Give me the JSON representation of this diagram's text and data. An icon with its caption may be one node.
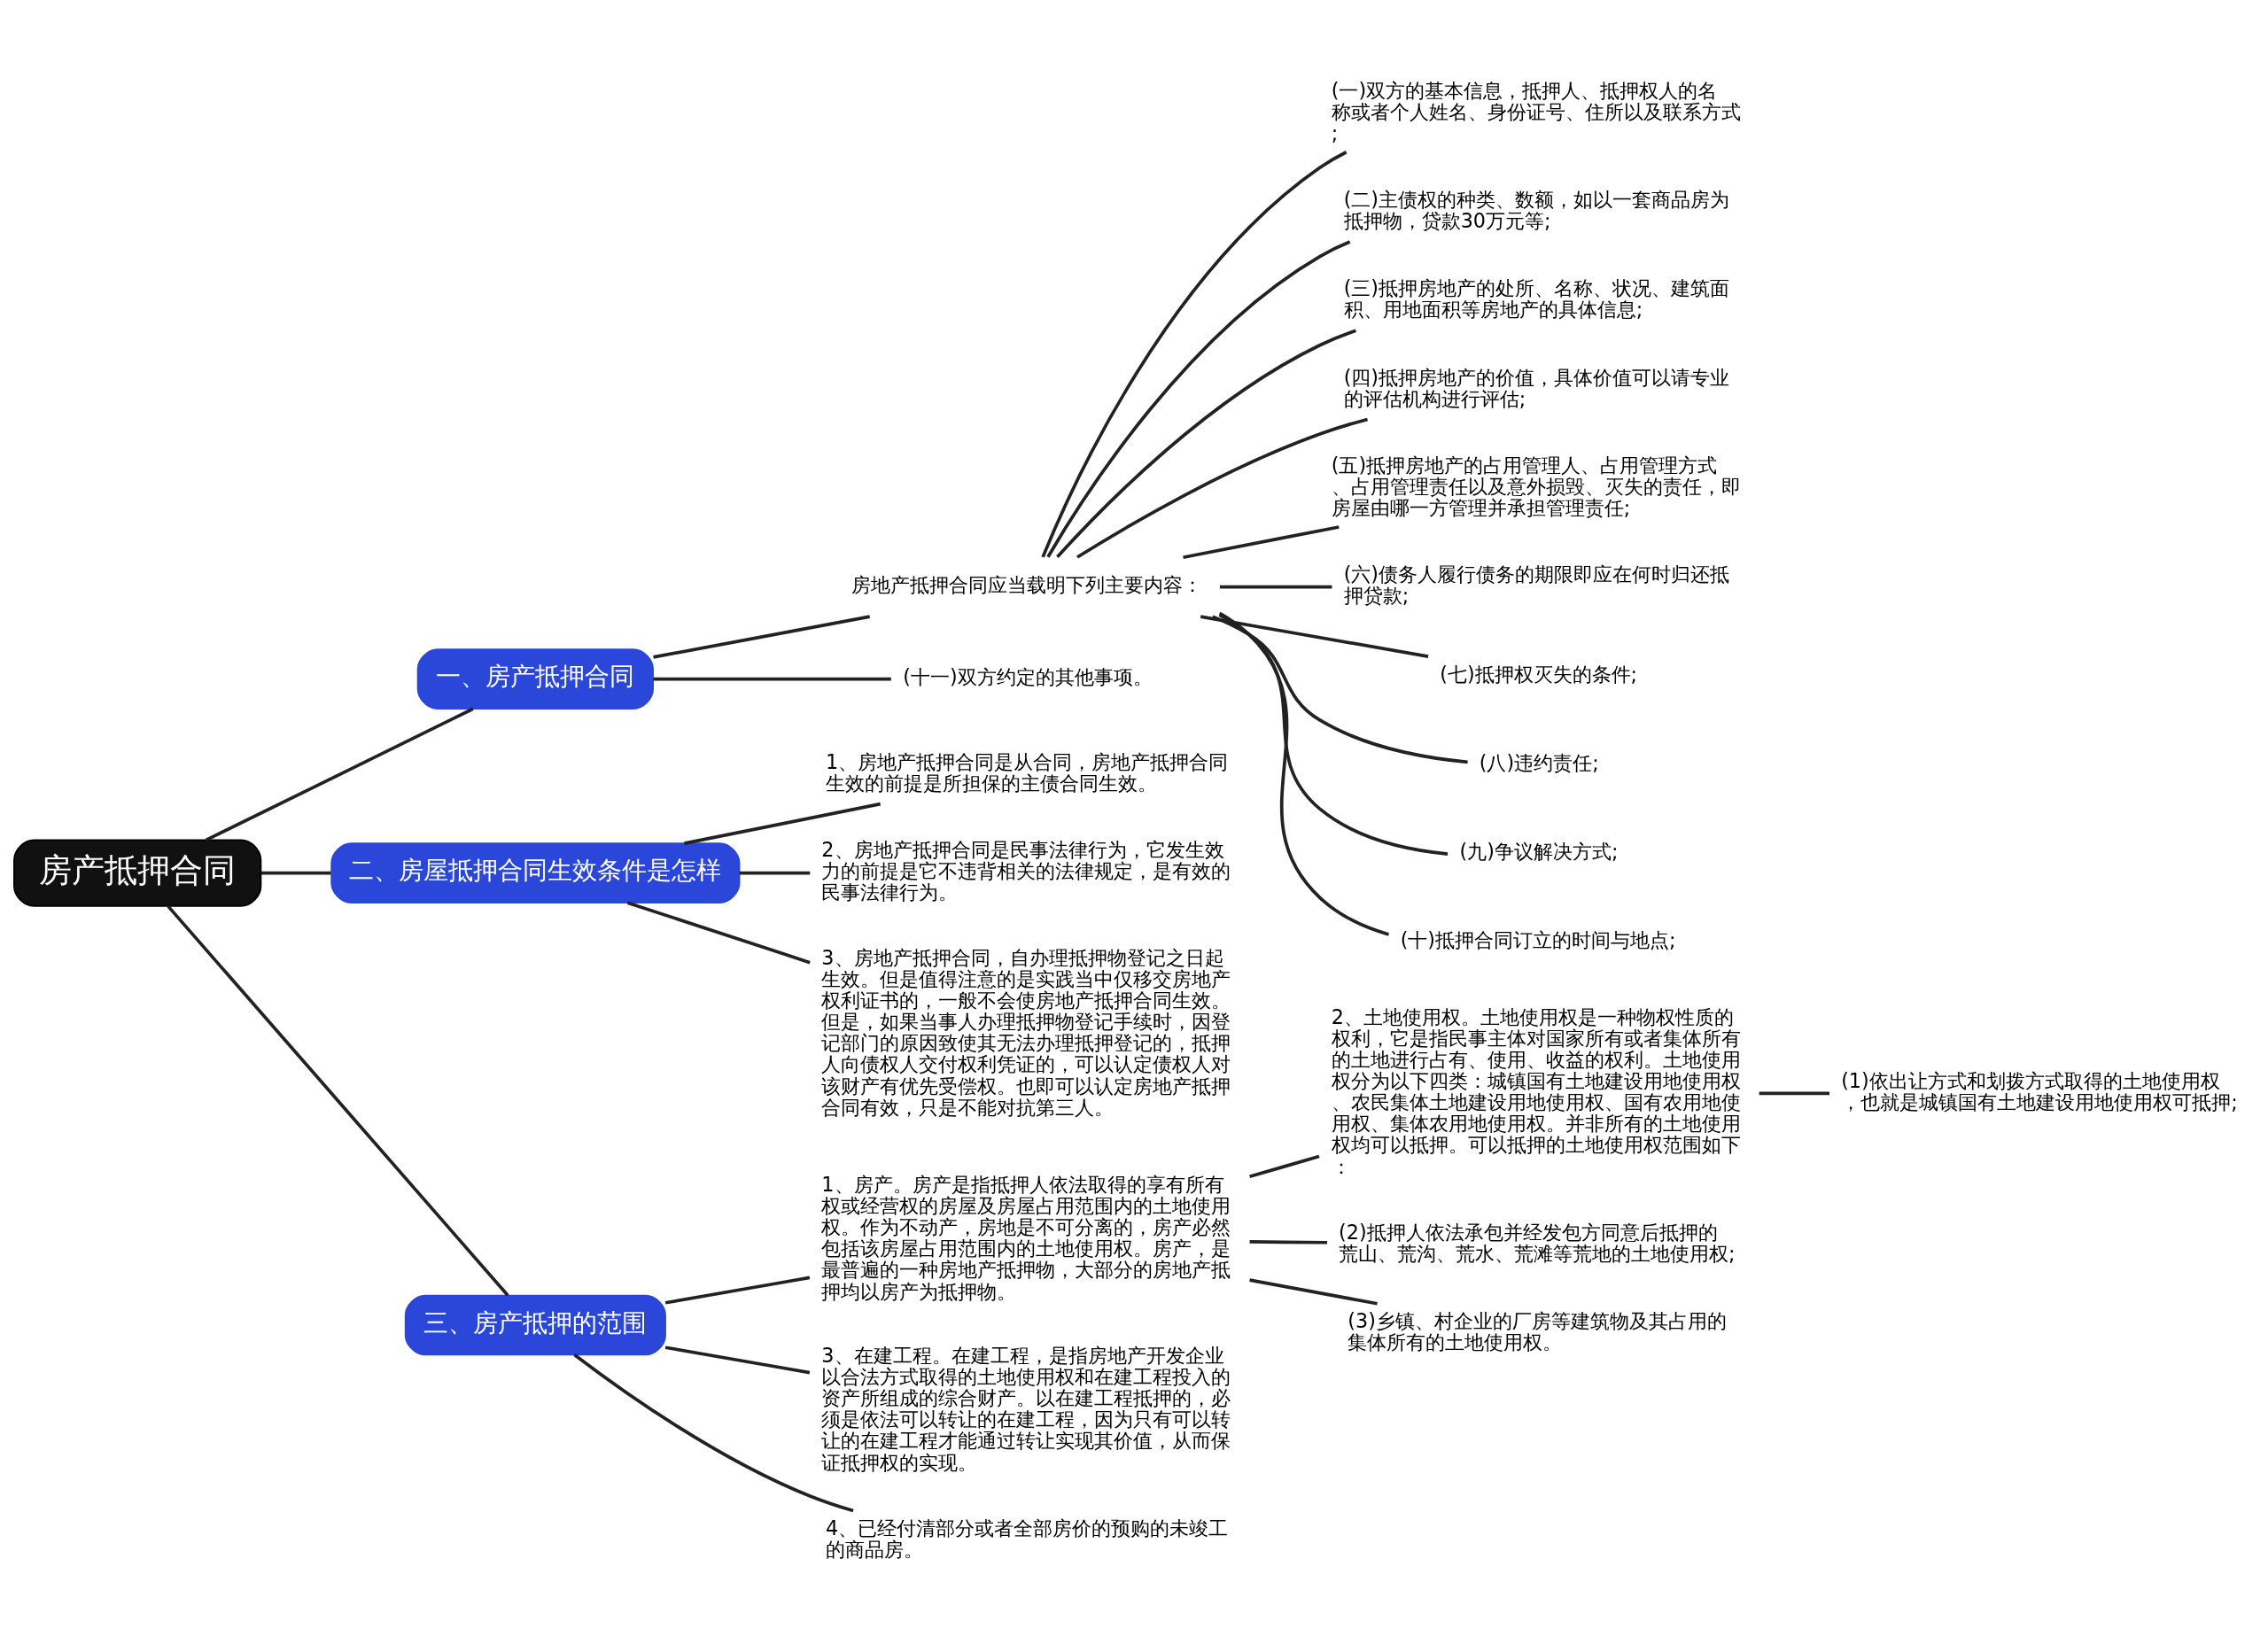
{
  "diagram": {
    "nodes": [
      {
        "text": [
          "房产抵押合同"
        ]
      },
      {
        "text": [
          "一、房产抵押合同"
        ]
      },
      {
        "text": [
          "房地产抵押合同应当载明下列主要内容："
        ]
      },
      {
        "text": [
          "(一)双方的基本信息，抵押人、抵押权人的名称或者个人姓名、身份证号、住所以及联系方式;"
        ]
      },
      {
        "text": [
          "(二)主债权的种类、数额，如以一套商品房为抵押物，贷款30万元等;"
        ]
      },
      {
        "text": [
          "(三)抵押房地产的处所、名称、状况、建筑面积、用地面积等房地产的具体信息;"
        ]
      },
      {
        "text": [
          "(四)抵押房地产的价值，具体价值可以请专业的评估机构进行评估;"
        ]
      },
      {
        "text": [
          "(五)抵押房地产的占用管理人、占用管理方式、占用管理责任以及意外损毁、灭失的责任，即房屋由哪一方管理并承担管理责任;"
        ]
      },
      {
        "text": [
          "(六)债务人履行债务的期限即应在何时归还抵押贷款;"
        ]
      },
      {
        "text": [
          "(七)抵押权灭失的条件;"
        ]
      },
      {
        "text": [
          "(八)违约责任;"
        ]
      },
      {
        "text": [
          "(九)争议解决方式;"
        ]
      },
      {
        "text": [
          "(十)抵押合同订立的时间与地点;"
        ]
      },
      {
        "text": [
          "(十一)双方约定的其他事项。"
        ]
      },
      {
        "text": [
          "二、房屋抵押合同生效条件是怎样"
        ]
      },
      {
        "text": [
          "1、房地产抵押合同是从合同，房地产抵押合同生效的前提是所担保的主债合同生效。"
        ]
      },
      {
        "text": [
          "2、房地产抵押合同是民事法律行为，它发生效力的前提是它不违背相关的法律规定，是有效的民事法律行为。"
        ]
      },
      {
        "text": [
          "3、房地产抵押合同，自办理抵押物登记之日起生效。但是值得注意的是实践当中仅移交房地产权利证书的，一般不会使房地产抵押合同生效。但是，如果当事人办理抵押物登记手续时，因登记部门的原因致使其无法办理抵押登记的，抵押人向债权人交付权利凭证的，可以认定债权人对该财产有优先受偿权。也即可以认定房地产抵押合同有效，只是不能对抗第三人。"
        ]
      },
      {
        "text": [
          "三、房产抵押的范围"
        ]
      },
      {
        "text": [
          "1、房产。房产是指抵押人依法取得的享有所有权或经营权的房屋及房屋占用范围内的土地使用权。作为不动产，房地是不可分离的，房产必然包括该房屋占用范围内的土地使用权。房产，是最普遍的一种房地产抵押物，大部分的房地产抵押均以房产为抵押物。"
        ]
      },
      {
        "text": [
          "2、土地使用权。土地使用权是一种物权性质的权利，它是指民事主体对国家所有或者集体所有的土地进行占有、使用、收益的权利。土地使用权分为以下四类：城镇国有土地建设用地使用权、农民集体土地建设用地使用权、国有农用地使用权、集体农用地使用权。并非所有的土地使用权均可以抵押。可以抵押的土地使用权范围如下："
        ]
      },
      {
        "text": [
          "(1)依出让方式和划拨方式取得的土地使用权，也就是城镇国有土地建设用地使用权可抵押;"
        ]
      },
      {
        "text": [
          "(2)抵押人依法承包并经发包方同意后抵押的荒山、荒沟、荒水、荒滩等荒地的土地使用权;"
        ]
      },
      {
        "text": [
          "(3)乡镇、村企业的厂房等建筑物及其占用的集体所有的土地使用权。"
        ]
      },
      {
        "text": [
          "3、在建工程。在建工程，是指房地产开发企业以合法方式取得的土地使用权和在建工程投入的资产所组成的综合财产。以在建工程抵押的，必须是依法可以转让的在建工程，因为只有可以转让的在建工程才能通过转让实现其价值，从而保证抵押权的实现。"
        ]
      },
      {
        "text": [
          "4、已经付清部分或者全部房价的预购的未竣工的商品房。"
        ]
      }
    ],
    "edges": [
      {
        "from": 0,
        "to": 1,
        "arrow": "none"
      },
      {
        "from": 1,
        "to": 2,
        "arrow": "none"
      },
      {
        "from": 2,
        "to": 3,
        "arrow": "none"
      },
      {
        "from": 2,
        "to": 4,
        "arrow": "none"
      },
      {
        "from": 2,
        "to": 5,
        "arrow": "none"
      },
      {
        "from": 2,
        "to": 6,
        "arrow": "none"
      },
      {
        "from": 2,
        "to": 7,
        "arrow": "none"
      },
      {
        "from": 2,
        "to": 8,
        "arrow": "none"
      },
      {
        "from": 2,
        "to": 9,
        "arrow": "none"
      },
      {
        "from": 2,
        "to": 10,
        "arrow": "none"
      },
      {
        "from": 2,
        "to": 11,
        "arrow": "none"
      },
      {
        "from": 2,
        "to": 12,
        "arrow": "none"
      },
      {
        "from": 1,
        "to": 13,
        "arrow": "none"
      },
      {
        "from": 0,
        "to": 14,
        "arrow": "none"
      },
      {
        "from": 14,
        "to": 15,
        "arrow": "none"
      },
      {
        "from": 14,
        "to": 16,
        "arrow": "none"
      },
      {
        "from": 14,
        "to": 17,
        "arrow": "none"
      },
      {
        "from": 0,
        "to": 18,
        "arrow": "none"
      },
      {
        "from": 18,
        "to": 19,
        "arrow": "none"
      },
      {
        "from": 19,
        "to": 20,
        "arrow": "none"
      },
      {
        "from": 20,
        "to": 21,
        "arrow": "none"
      },
      {
        "from": 19,
        "to": 22,
        "arrow": "none"
      },
      {
        "from": 19,
        "to": 23,
        "arrow": "none"
      },
      {
        "from": 18,
        "to": 24,
        "arrow": "none"
      },
      {
        "from": 18,
        "to": 25,
        "arrow": "none"
      }
    ]
  }
}
